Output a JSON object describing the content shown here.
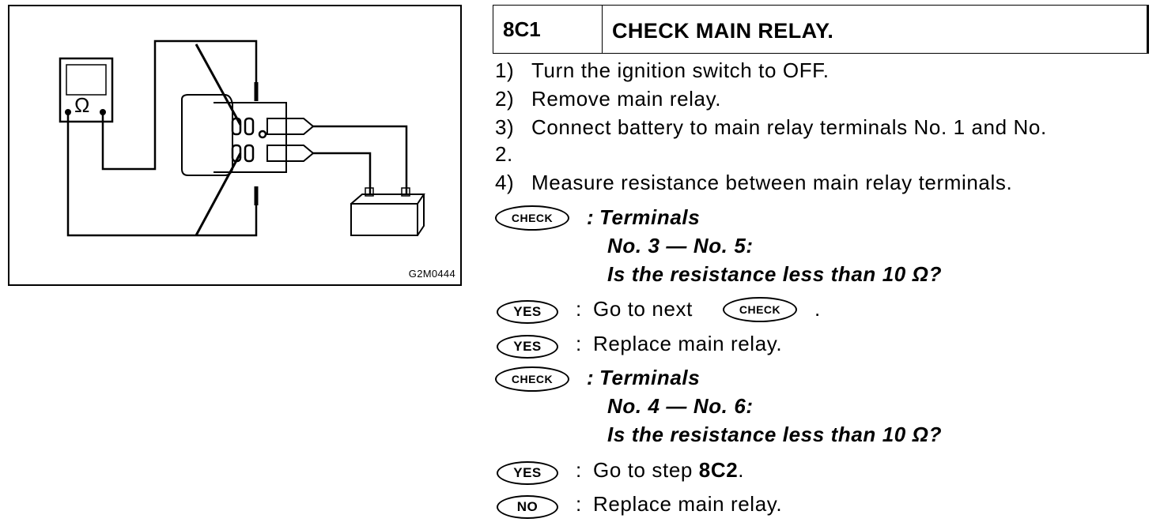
{
  "figure": {
    "meter_symbol": "Ω",
    "id": "G2M0444"
  },
  "step": {
    "code": "8C1",
    "title": "CHECK MAIN RELAY."
  },
  "procedure": [
    {
      "num": "1)",
      "text": "Turn the ignition switch to OFF."
    },
    {
      "num": "2)",
      "text": "Remove main relay."
    },
    {
      "num": "3)",
      "text": "Connect battery to main relay terminals No. 1 and No."
    },
    {
      "num": "",
      "text": "2."
    },
    {
      "num": "4)",
      "text": "Measure resistance between main relay terminals."
    }
  ],
  "check1": {
    "badge": "CHECK",
    "colon": ":",
    "line1": "Terminals",
    "line2": "No. 3 — No. 5:",
    "line3": "Is the resistance less than 10 Ω?"
  },
  "answer1": {
    "badge": "YES",
    "colon": ":",
    "text": "Go to next",
    "inline_badge": "CHECK",
    "tail": "."
  },
  "answer2": {
    "badge": "YES",
    "colon": ":",
    "text": "Replace main relay."
  },
  "check2": {
    "badge": "CHECK",
    "colon": ":",
    "line1": "Terminals",
    "line2": "No. 4 — No. 6:",
    "line3": "Is the resistance less than 10 Ω?"
  },
  "answer3": {
    "badge": "YES",
    "colon": ":",
    "text": "Go to step",
    "bold": "8C2",
    "tail": "."
  },
  "answer4": {
    "badge": "NO",
    "colon": ":",
    "text": "Replace main relay."
  }
}
